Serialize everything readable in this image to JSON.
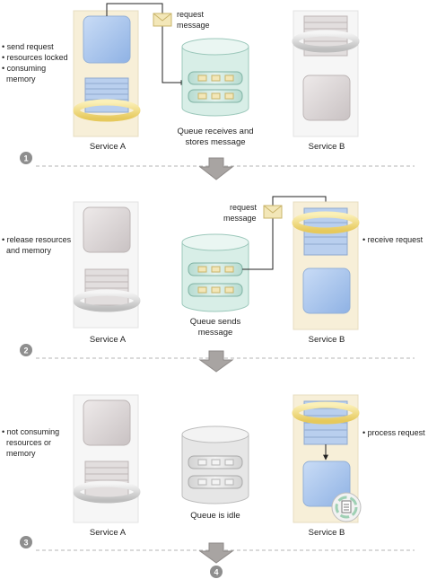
{
  "steps": [
    {
      "number": "1",
      "left_notes": [
        "• send request",
        "• resources locked",
        "• consuming",
        "  memory"
      ],
      "right_notes": [],
      "message_label": [
        "request",
        "message"
      ],
      "service_a_label": "Service A",
      "service_b_label": "Service B",
      "queue_label": [
        "Queue receives and",
        "stores message"
      ]
    },
    {
      "number": "2",
      "left_notes": [
        "• release resources",
        "  and memory"
      ],
      "right_notes": [
        "• receive request"
      ],
      "message_label": [
        "request",
        "message"
      ],
      "service_a_label": "Service A",
      "service_b_label": "Service B",
      "queue_label": [
        "Queue sends",
        "message"
      ]
    },
    {
      "number": "3",
      "left_notes": [
        "• not consuming",
        "  resources or",
        "  memory"
      ],
      "right_notes": [
        "• process request"
      ],
      "message_label": [],
      "service_a_label": "Service A",
      "service_b_label": "Service B",
      "queue_label": [
        "Queue is idle"
      ]
    }
  ],
  "final_step_number": "4",
  "colors": {
    "active_panel": "#f7efd8",
    "block_blue": "#a9c6ee",
    "block_gray": "#d8d3d3",
    "ring_yellow": "#f3df8a",
    "queue_teal": "#cfe8e0",
    "queue_gray": "#dcdcdc",
    "arrow_gray": "#a8a4a2",
    "step_badge": "#8e8e8e"
  }
}
